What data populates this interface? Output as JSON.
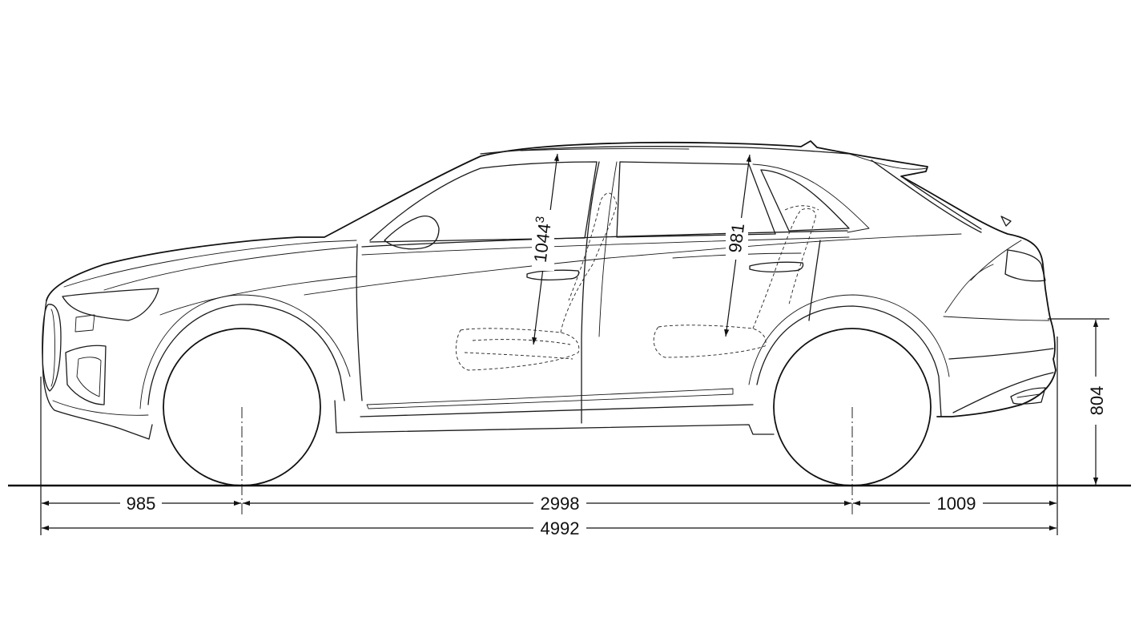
{
  "dimensions": {
    "front_overhang": "985",
    "wheelbase": "2998",
    "rear_overhang": "1009",
    "overall_length": "4992",
    "rear_height": "804",
    "front_headroom": "1044",
    "front_headroom_note": "3",
    "rear_headroom": "981"
  },
  "colors": {
    "line": "#1a1a1a",
    "background": "#ffffff"
  }
}
